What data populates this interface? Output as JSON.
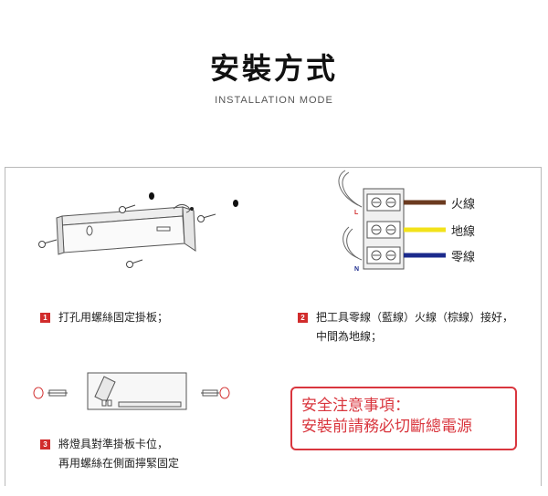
{
  "header": {
    "title": "安裝方式",
    "subtitle": "INSTALLATION MODE"
  },
  "steps": [
    {
      "number": "1",
      "lines": [
        "打孔用螺絲固定掛板；"
      ]
    },
    {
      "number": "2",
      "lines": [
        "把工具零線（藍線）火線（棕線）接好，",
        "中間為地線；"
      ]
    },
    {
      "number": "3",
      "lines": [
        "將燈具對準掛板卡位，",
        "再用螺絲在側面擰緊固定"
      ]
    }
  ],
  "wiring": {
    "terminal_marks": [
      "L",
      "N"
    ],
    "wires": [
      {
        "label": "火線",
        "color": "#6b3a1f"
      },
      {
        "label": "地線",
        "color": "#f2e21a"
      },
      {
        "label": "零線",
        "color": "#1b2a8c"
      }
    ]
  },
  "warning": {
    "line1": "安全注意事項：",
    "line2": "安裝前請務必切斷總電源",
    "color": "#d9363e"
  },
  "colors": {
    "badge": "#d12c2c",
    "border": "#b9b9b9"
  }
}
